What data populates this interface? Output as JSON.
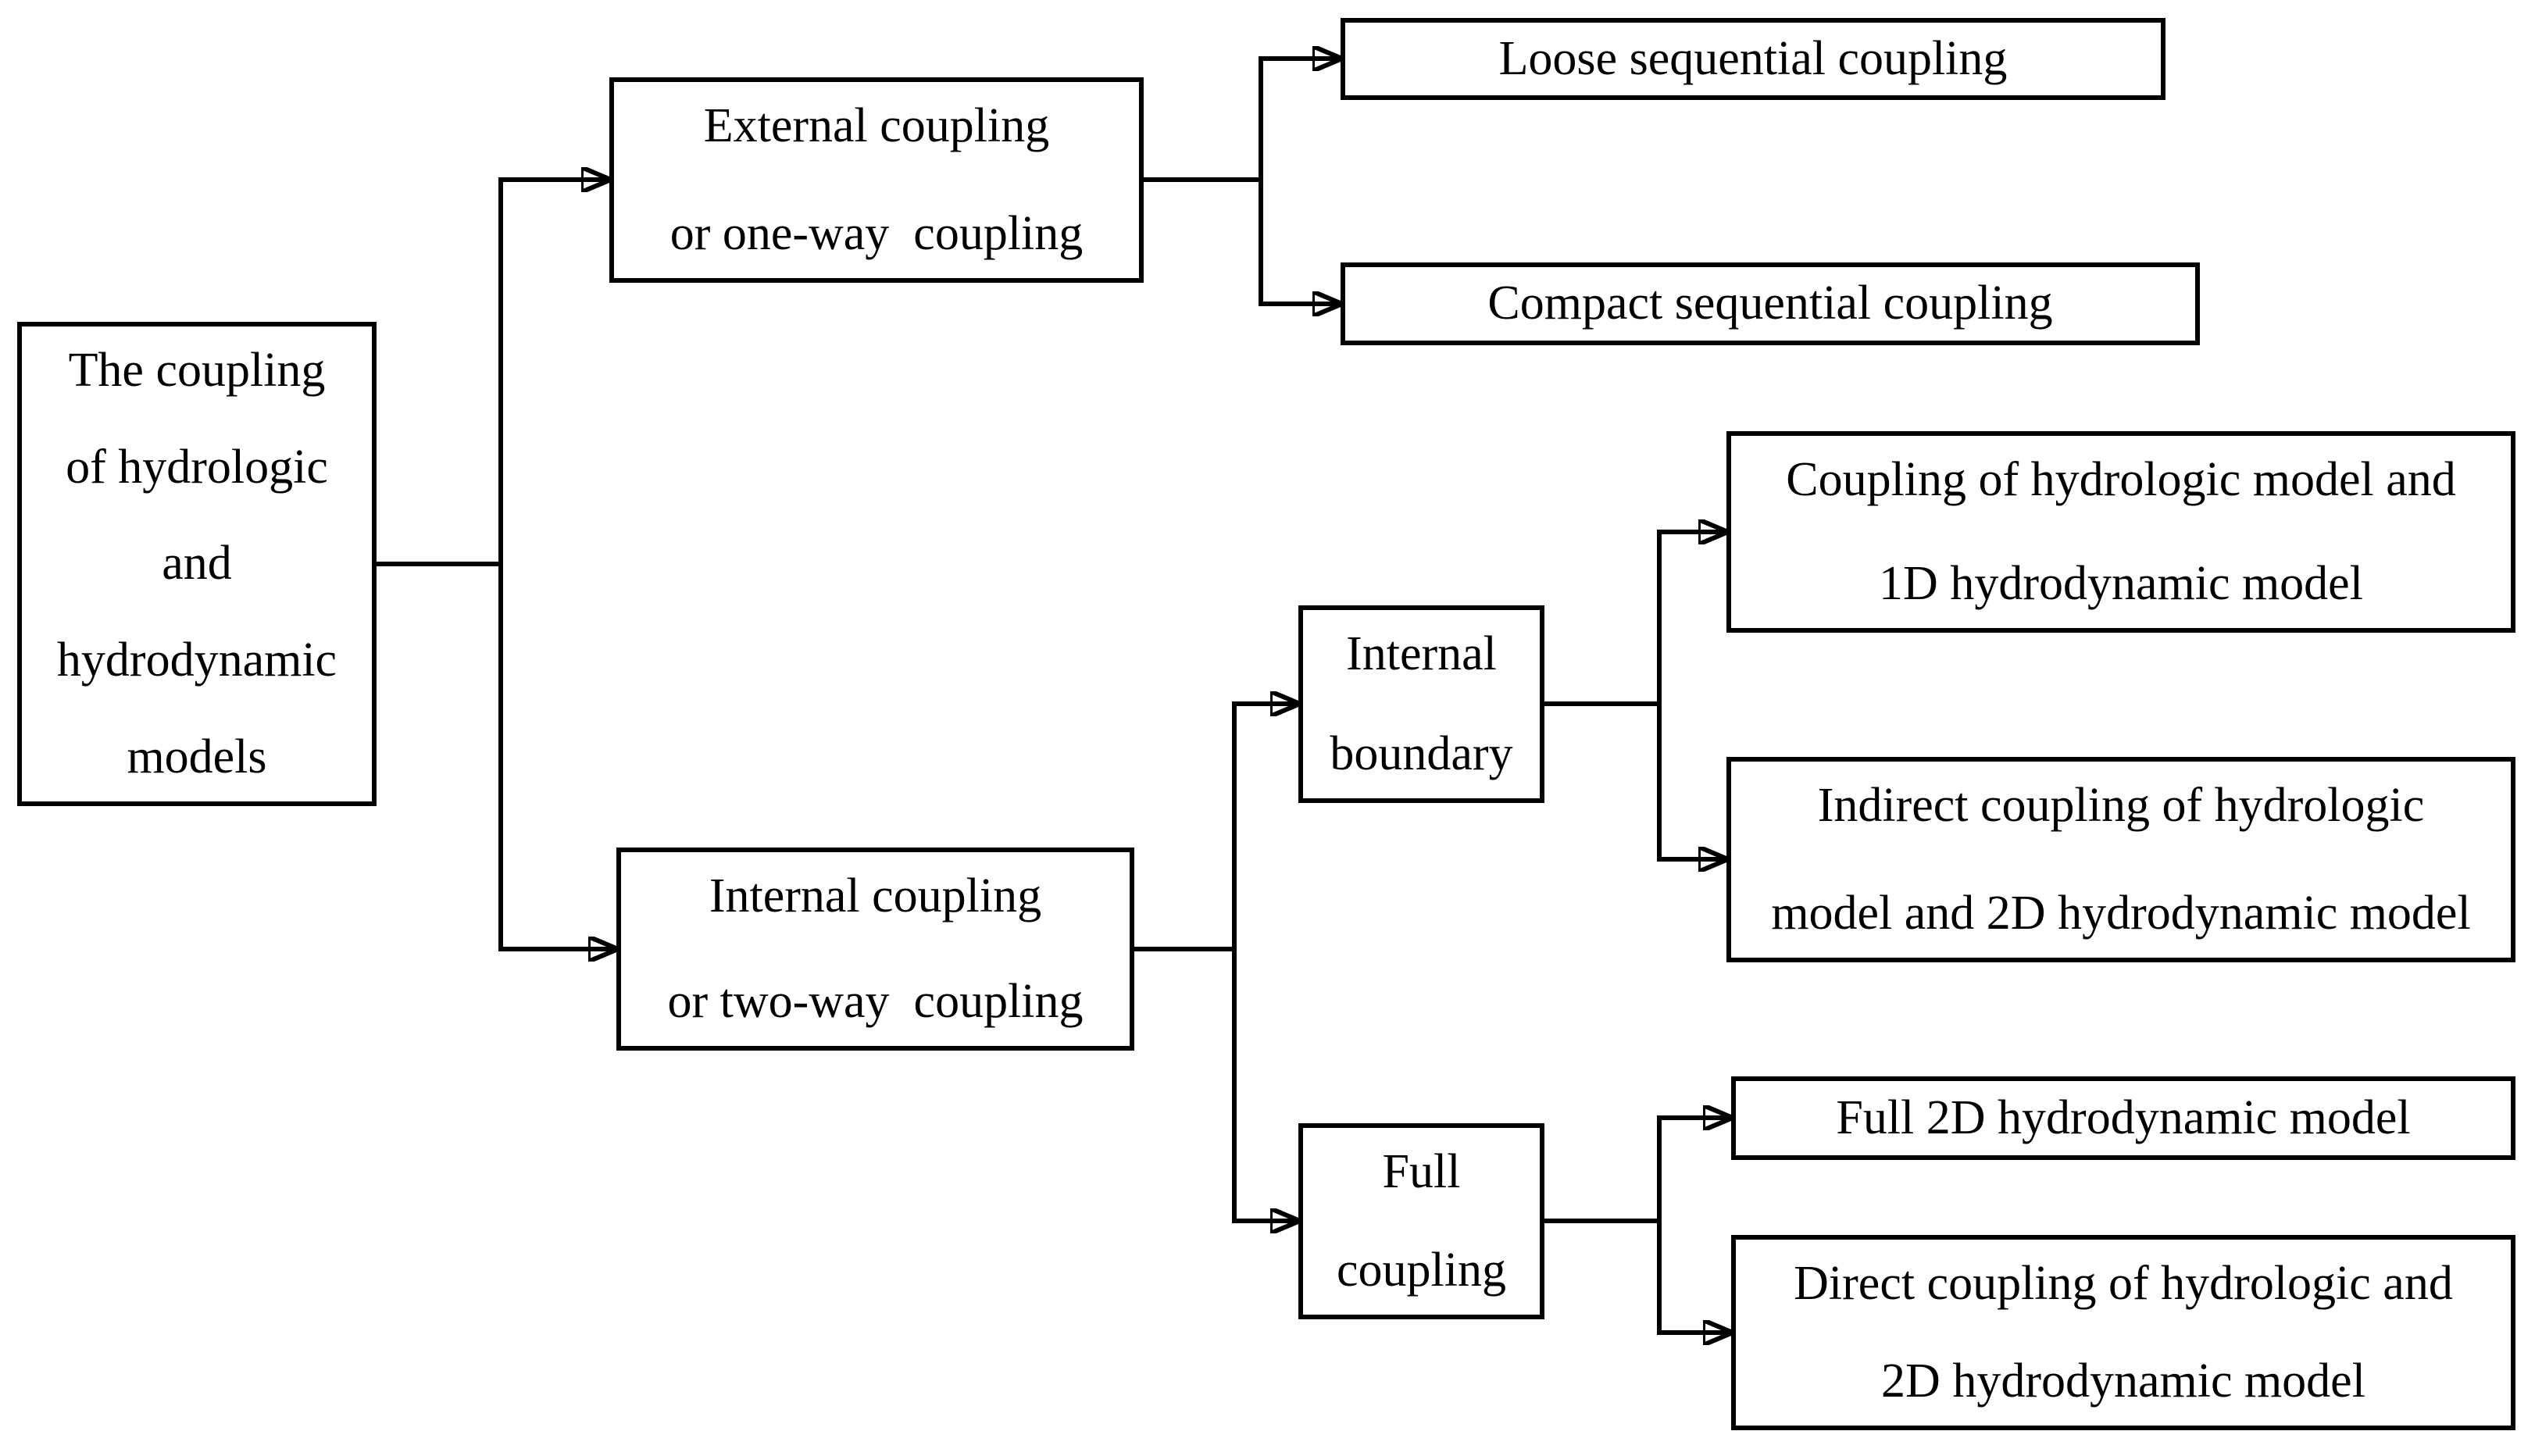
{
  "figure": {
    "background_color": "#ffffff",
    "line_color": "#000000",
    "text_color": "#000000"
  },
  "diagram": {
    "type": "flowchart-tree",
    "direction": "left-to-right",
    "nodes": {
      "root": {
        "lines": [
          "The coupling",
          "of hydrologic",
          "and",
          "hydrodynamic",
          "models"
        ]
      },
      "external": {
        "lines": [
          "External coupling",
          "or one-way  coupling"
        ]
      },
      "loose": {
        "lines": [
          "Loose sequential coupling"
        ]
      },
      "compact": {
        "lines": [
          "Compact sequential coupling"
        ]
      },
      "internal": {
        "lines": [
          "Internal coupling",
          "or two-way  coupling"
        ]
      },
      "boundary": {
        "lines": [
          "Internal",
          "boundary"
        ]
      },
      "coupling1d": {
        "lines": [
          "Coupling of hydrologic model and",
          "1D hydrodynamic model"
        ]
      },
      "indirect2d": {
        "lines": [
          "Indirect coupling of hydrologic",
          "model and 2D hydrodynamic model"
        ]
      },
      "fullcoup": {
        "lines": [
          "Full",
          "coupling"
        ]
      },
      "full2d": {
        "lines": [
          "Full 2D hydrodynamic model"
        ]
      },
      "direct2d": {
        "lines": [
          "Direct coupling of hydrologic and",
          "2D hydrodynamic model"
        ]
      }
    },
    "edges": [
      {
        "from": "root",
        "to": "external"
      },
      {
        "from": "root",
        "to": "internal"
      },
      {
        "from": "external",
        "to": "loose"
      },
      {
        "from": "external",
        "to": "compact"
      },
      {
        "from": "internal",
        "to": "boundary"
      },
      {
        "from": "internal",
        "to": "fullcoup"
      },
      {
        "from": "boundary",
        "to": "coupling1d"
      },
      {
        "from": "boundary",
        "to": "indirect2d"
      },
      {
        "from": "fullcoup",
        "to": "full2d"
      },
      {
        "from": "fullcoup",
        "to": "direct2d"
      }
    ]
  }
}
